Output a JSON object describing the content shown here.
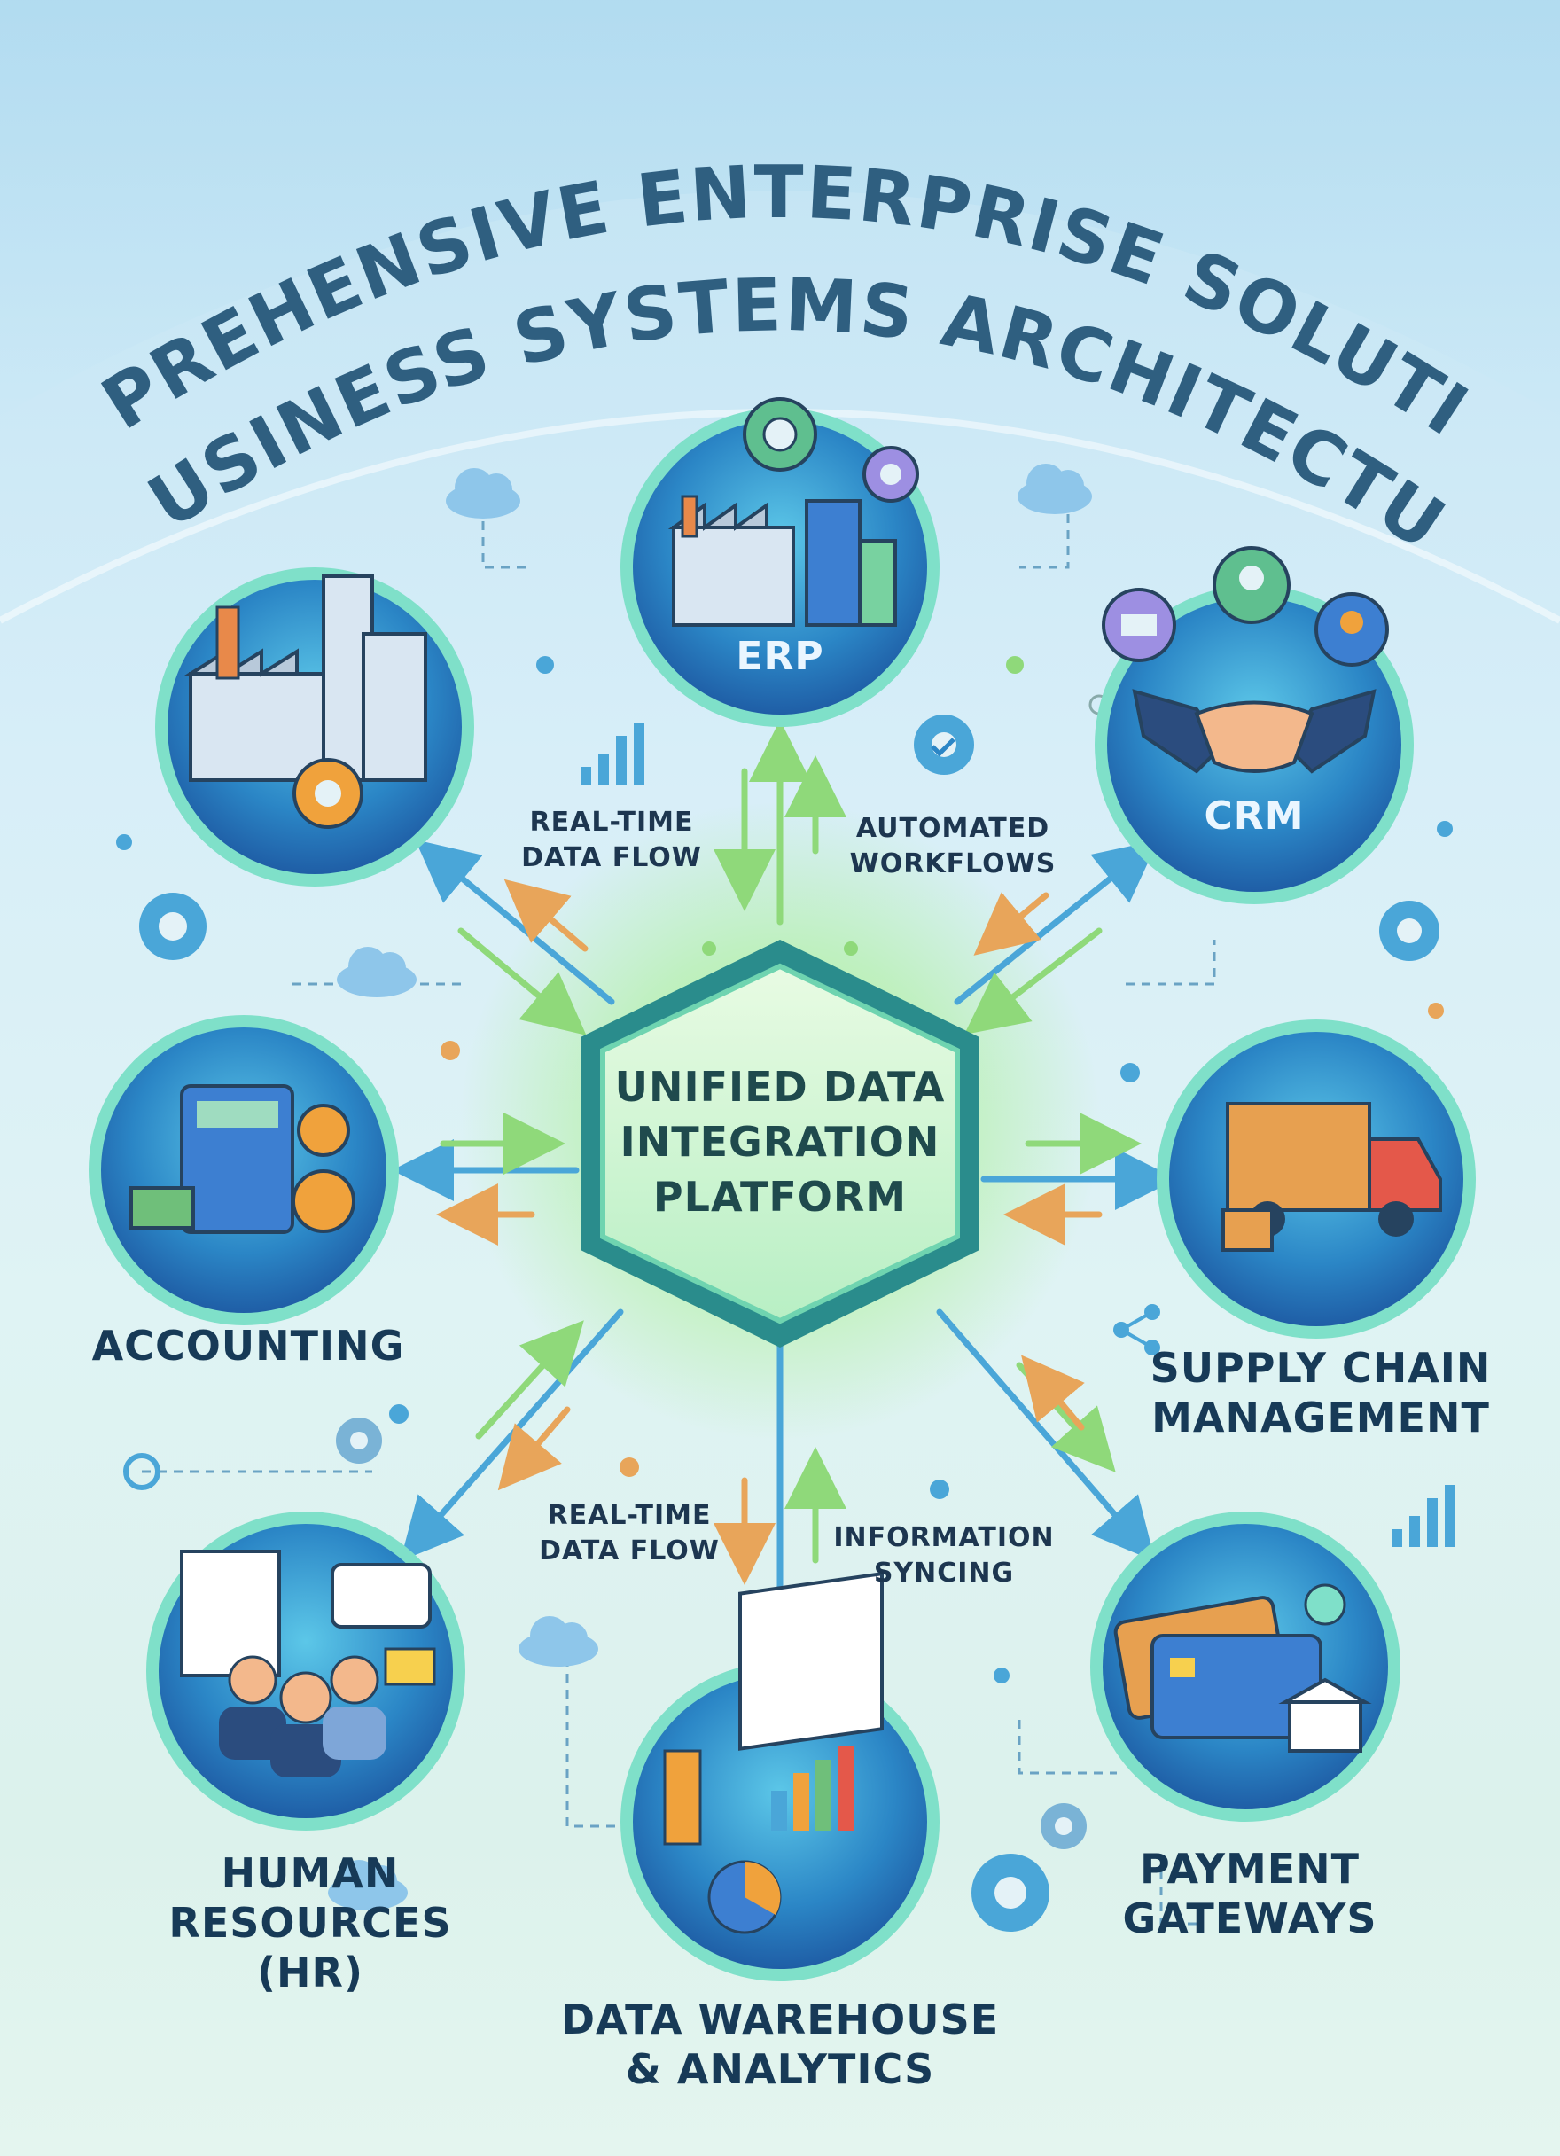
{
  "title": {
    "line1": "COMPREHENSIVE ENTERPRISE SOLUTIONS",
    "line2": "& BUSINESS SYSTEMS ARCHITECTURE"
  },
  "hub": {
    "line1": "UNIFIED DATA",
    "line2": "INTEGRATION",
    "line3": "PLATFORM"
  },
  "nodes": {
    "erp": {
      "label": "ERP",
      "icon": "factory-buildings-gears-icon"
    },
    "crm": {
      "label": "CRM",
      "icon": "handshake-icon"
    },
    "manufacturing": {
      "icon": "factory-buildings-icon"
    },
    "accounting": {
      "label": "ACCOUNTING",
      "icon": "calculator-coins-icon"
    },
    "supply_chain": {
      "line1": "SUPPLY CHAIN",
      "line2": "MANAGEMENT",
      "icon": "delivery-truck-icon"
    },
    "hr": {
      "line1": "HUMAN",
      "line2": "RESOURCES",
      "line3": "(HR)",
      "icon": "people-team-icon"
    },
    "data_warehouse": {
      "line1": "DATA WAREHOUSE",
      "line2": "& ANALYTICS",
      "icon": "analytics-dashboard-icon"
    },
    "payment": {
      "line1": "PAYMENT",
      "line2": "GATEWAYS",
      "icon": "credit-card-bank-icon"
    }
  },
  "flows": {
    "top_left": {
      "line1": "REAL-TIME",
      "line2": "DATA FLOW"
    },
    "top_right": {
      "line1": "AUTOMATED",
      "line2": "WORKFLOWS"
    },
    "bottom_left": {
      "line1": "REAL-TIME",
      "line2": "DATA FLOW"
    },
    "bottom_right": {
      "line1": "INFORMATION",
      "line2": "SYNCING"
    }
  },
  "colors": {
    "title": "#2f5f80",
    "circle_dark": "#1f6fb4",
    "circle_light": "#5cc7e8",
    "ring": "#7fe0c9",
    "hub_fill": "#c8f2c9",
    "arrow_blue": "#4aa6d8",
    "arrow_green": "#8fd97a",
    "arrow_orange": "#e8a55a"
  }
}
